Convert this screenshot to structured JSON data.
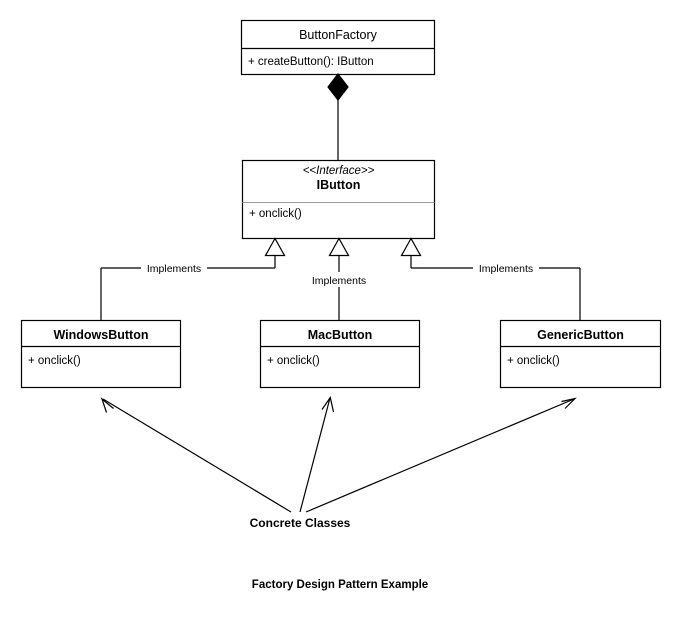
{
  "diagram": {
    "caption": "Factory Design Pattern Example",
    "note_label": "Concrete Classes",
    "colors": {
      "stroke": "#000000",
      "fill": "#ffffff",
      "divider_light": "#9a9a9a"
    },
    "classes": {
      "factory": {
        "name": "ButtonFactory",
        "members": [
          "+ createButton(): IButton"
        ]
      },
      "interface": {
        "stereotype": "<<Interface>>",
        "name": "IButton",
        "members": [
          "+ onclick()"
        ]
      },
      "windows": {
        "name": "WindowsButton",
        "members": [
          "+ onclick()"
        ]
      },
      "mac": {
        "name": "MacButton",
        "members": [
          "+ onclick()"
        ]
      },
      "generic": {
        "name": "GenericButton",
        "members": [
          "+ onclick()"
        ]
      }
    },
    "relations": {
      "composition": {
        "label": "",
        "from": "ButtonFactory",
        "to": "IButton",
        "marker": "filled-diamond"
      },
      "implements_left": {
        "label": "Implements",
        "from": "WindowsButton",
        "to": "IButton",
        "marker": "hollow-triangle"
      },
      "implements_middle": {
        "label": "Implements",
        "from": "MacButton",
        "to": "IButton",
        "marker": "hollow-triangle"
      },
      "implements_right": {
        "label": "Implements",
        "from": "GenericButton",
        "to": "IButton",
        "marker": "hollow-triangle"
      }
    }
  }
}
